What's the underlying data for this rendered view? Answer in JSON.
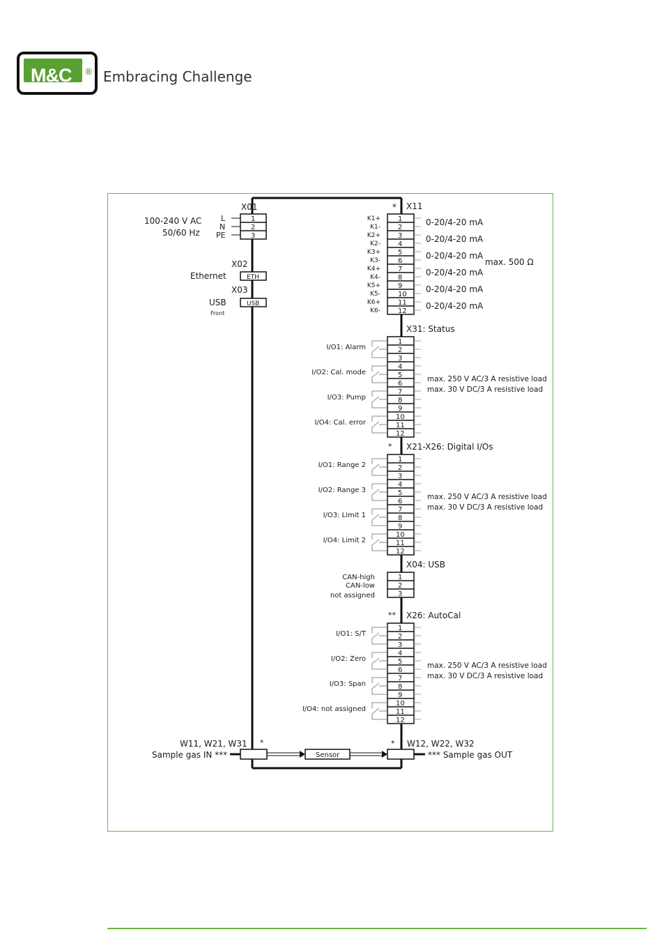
{
  "brand": {
    "logo_text": "M&C",
    "logo_registered": "®",
    "tagline": "Embracing Challenge",
    "accent": "#6cb33e"
  },
  "x01": {
    "label": "X01",
    "power_line1": "100-240 V AC",
    "power_line2": "50/60 Hz",
    "pins": [
      {
        "name": "L",
        "num": "1"
      },
      {
        "name": "N",
        "num": "2"
      },
      {
        "name": "PE",
        "num": "3"
      }
    ]
  },
  "x02": {
    "label": "X02",
    "side": "Ethernet",
    "port": "ETH"
  },
  "x03": {
    "label": "X03",
    "side": "USB",
    "sub": "Front",
    "port": "USB"
  },
  "x11": {
    "label": "X11",
    "star": "*",
    "pins": [
      {
        "name": "K1+",
        "num": "1"
      },
      {
        "name": "K1-",
        "num": "2"
      },
      {
        "name": "K2+",
        "num": "3"
      },
      {
        "name": "K2-",
        "num": "4"
      },
      {
        "name": "K3+",
        "num": "5"
      },
      {
        "name": "K3-",
        "num": "6"
      },
      {
        "name": "K4+",
        "num": "7"
      },
      {
        "name": "K4-",
        "num": "8"
      },
      {
        "name": "K5+",
        "num": "9"
      },
      {
        "name": "K5-",
        "num": "10"
      },
      {
        "name": "K6+",
        "num": "11"
      },
      {
        "name": "K6-",
        "num": "12"
      }
    ],
    "outputs": [
      "0-20/4-20 mA",
      "0-20/4-20 mA",
      "0-20/4-20 mA",
      "0-20/4-20 mA",
      "0-20/4-20 mA",
      "0-20/4-20 mA"
    ],
    "max_load": "max. 500 Ω"
  },
  "blocks": [
    {
      "title": "X31: Status",
      "star": "",
      "ios": [
        "I/O1: Alarm",
        "I/O2: Cal. mode",
        "I/O3: Pump",
        "I/O4: Cal. error"
      ],
      "pins": [
        "1",
        "2",
        "3",
        "4",
        "5",
        "6",
        "7",
        "8",
        "9",
        "10",
        "11",
        "12"
      ],
      "rating1": "max. 250 V AC/3 A resistive load",
      "rating2": "max. 30 V DC/3 A resistive load"
    },
    {
      "title": "X21-X26: Digital I/Os",
      "star": "*",
      "ios": [
        "I/O1: Range 2",
        "I/O2: Range 3",
        "I/O3: Limit 1",
        "I/O4: Limit 2"
      ],
      "pins": [
        "1",
        "2",
        "3",
        "4",
        "5",
        "6",
        "7",
        "8",
        "9",
        "10",
        "11",
        "12"
      ],
      "rating1": "max. 250 V AC/3 A resistive load",
      "rating2": "max. 30 V DC/3 A resistive load"
    },
    {
      "title": "X26: AutoCal",
      "star": "**",
      "ios": [
        "I/O1: S/T",
        "I/O2: Zero",
        "I/O3: Span",
        "I/O4: not assigned"
      ],
      "pins": [
        "1",
        "2",
        "3",
        "4",
        "5",
        "6",
        "7",
        "8",
        "9",
        "10",
        "11",
        "12"
      ],
      "rating1": "max. 250 V AC/3 A resistive load",
      "rating2": "max. 30 V DC/3 A resistive load"
    }
  ],
  "x04": {
    "title": "X04: USB",
    "pins": [
      {
        "name": "CAN-high",
        "num": "1"
      },
      {
        "name": "CAN-low",
        "num": "2"
      },
      {
        "name": "not assigned",
        "num": "3"
      }
    ]
  },
  "gas": {
    "in_ports": "W11, W21, W31",
    "in_label": "Sample gas IN ***",
    "out_ports": "W12, W22, W32",
    "out_label": "*** Sample gas OUT",
    "sensor": "Sensor",
    "star_in": "*",
    "star_out": "*"
  }
}
